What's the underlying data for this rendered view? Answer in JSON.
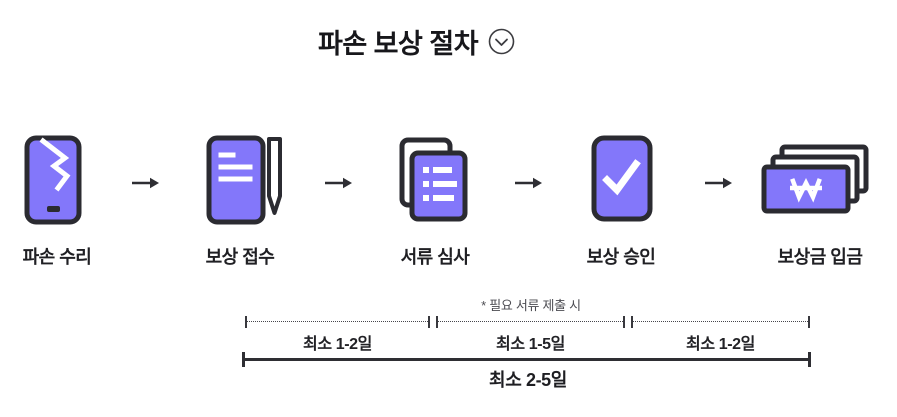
{
  "header": {
    "title": "파손 보상 절차",
    "collapse_icon": "chevron-down-circle-icon"
  },
  "colors": {
    "accent_purple": "#8377fa",
    "outline_dark": "#2b2b31",
    "line_dark": "#2e2e33",
    "text_dark": "#17171b",
    "note_gray": "#4c4c52"
  },
  "steps": [
    {
      "label": "파손 수리",
      "icon": "cracked-phone-icon"
    },
    {
      "label": "보상 접수",
      "icon": "claim-form-and-pen-icon"
    },
    {
      "label": "서류 심사",
      "icon": "stacked-documents-icon"
    },
    {
      "label": "보상 승인",
      "icon": "approval-check-icon"
    },
    {
      "label": "보상금 입금",
      "icon": "money-bills-won-icon"
    }
  ],
  "arrow_icon": "right-arrow-icon",
  "timeline": {
    "note": "* 필요 서류 제출 시",
    "segments": [
      "최소 1-2일",
      "최소 1-5일",
      "최소 1-2일"
    ],
    "total_label": "최소 2-5일"
  }
}
